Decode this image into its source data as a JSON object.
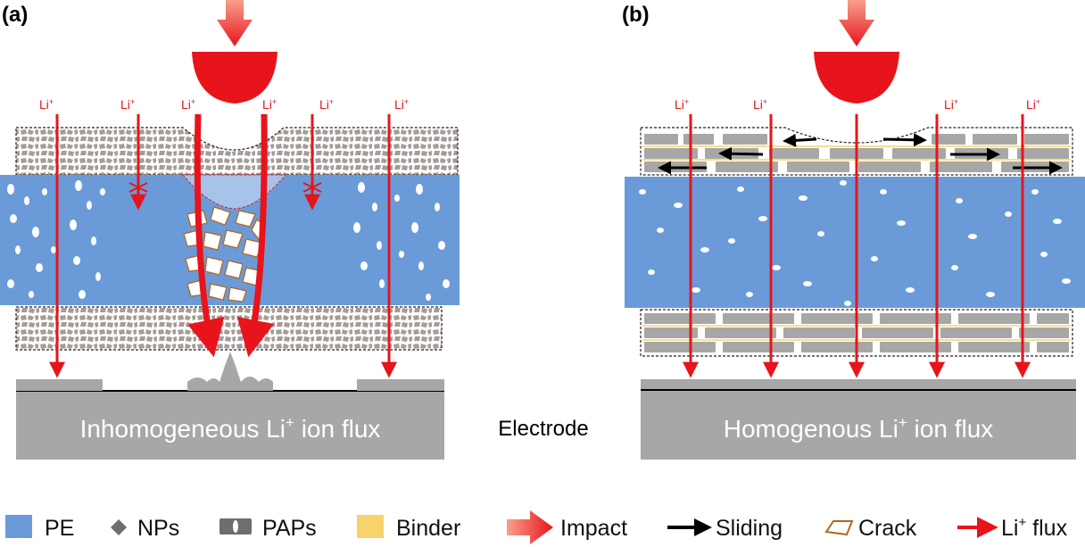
{
  "panels": {
    "a": {
      "label": "(a)",
      "electrode_text": "Inhomogeneous Li",
      "electrode_sup": "+",
      "electrode_text_tail": " ion flux",
      "li_label": "Li",
      "li_sup": "+"
    },
    "b": {
      "label": "(b)",
      "electrode_text": "Homogenous Li",
      "electrode_sup": "+",
      "electrode_text_tail": " ion flux",
      "li_label": "Li",
      "li_sup": "+"
    }
  },
  "center_label": "Electrode",
  "legend": {
    "pe": "PE",
    "nps": "NPs",
    "paps": "PAPs",
    "binder": "Binder",
    "impact": "Impact",
    "sliding": "Sliding",
    "crack": "Crack",
    "li_flux": "Li",
    "li_flux_sup": "+",
    "li_flux_tail": " flux"
  },
  "colors": {
    "pe_blue": "#6a9bd8",
    "li_red": "#e8141b",
    "electrode_gray": "#a7a7a7",
    "np_gray": "#a59c98",
    "binder_yellow": "#f7d36b",
    "crack_brown": "#b5651d"
  }
}
